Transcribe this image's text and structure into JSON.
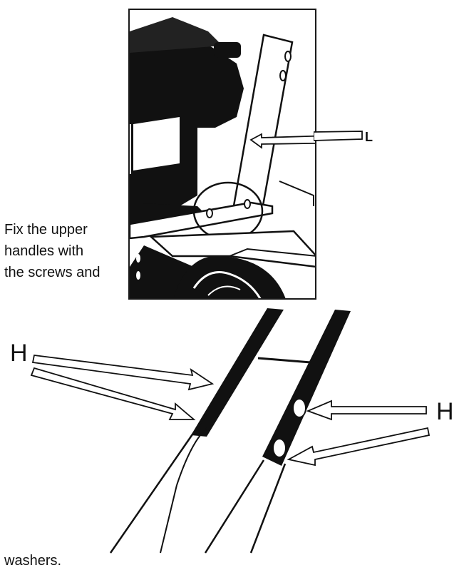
{
  "instruction": {
    "lines": [
      "Fix the  upper",
      "handles  with",
      "the screws  and"
    ],
    "tail": "washers."
  },
  "callouts": {
    "top_part": "L",
    "left_part": "H",
    "right_part": "H"
  }
}
